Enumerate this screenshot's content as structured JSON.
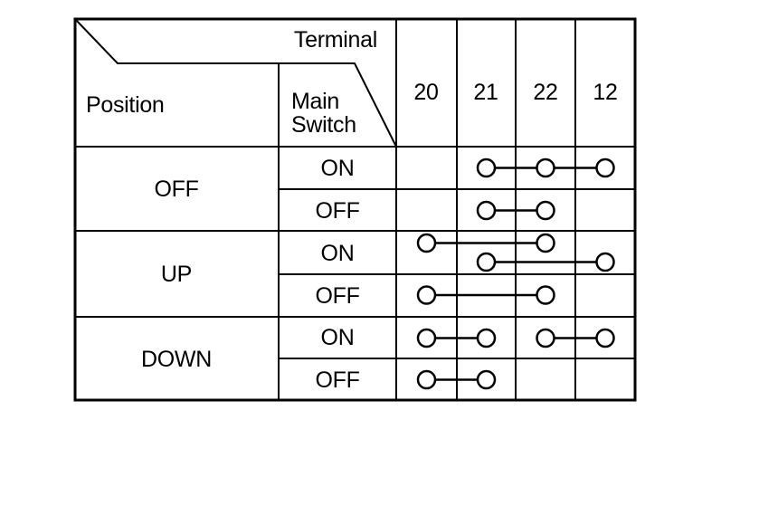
{
  "table": {
    "header": {
      "terminal_label": "Terminal",
      "position_label": "Position",
      "main_switch_line1": "Main",
      "main_switch_line2": "Switch",
      "terminals": [
        "20",
        "21",
        "22",
        "12"
      ]
    },
    "position_groups": [
      "OFF",
      "UP",
      "DOWN"
    ],
    "rows": [
      {
        "position": "OFF",
        "main_switch": "ON",
        "connections": [
          [
            "21",
            "22",
            "12"
          ]
        ]
      },
      {
        "position": "OFF",
        "main_switch": "OFF",
        "connections": [
          [
            "21",
            "22"
          ]
        ]
      },
      {
        "position": "UP",
        "main_switch": "ON",
        "connections": [
          [
            "20",
            "22"
          ],
          [
            "21",
            "12"
          ]
        ]
      },
      {
        "position": "UP",
        "main_switch": "OFF",
        "connections": [
          [
            "20",
            "22"
          ]
        ]
      },
      {
        "position": "DOWN",
        "main_switch": "ON",
        "connections": [
          [
            "20",
            "21"
          ],
          [
            "22",
            "12"
          ]
        ]
      },
      {
        "position": "DOWN",
        "main_switch": "OFF",
        "connections": [
          [
            "20",
            "21"
          ]
        ]
      }
    ],
    "colors": {
      "line": "#000000",
      "background": "#ffffff",
      "text": "#000000"
    }
  }
}
